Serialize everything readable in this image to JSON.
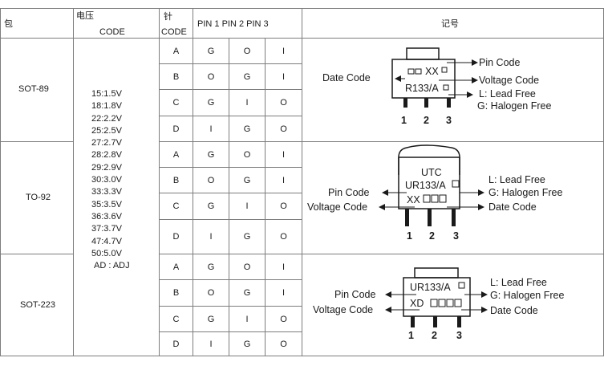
{
  "header": {
    "package": "包",
    "voltage_top": "电压",
    "voltage_bottom": "CODE",
    "pin_top": "针",
    "pin_bottom": "CODE",
    "pins": "PIN 1 PIN 2 PIN 3",
    "marking": "记号"
  },
  "packages": [
    {
      "name": "SOT-89",
      "rows": [
        {
          "code": "A",
          "p1": "G",
          "p2": "O",
          "p3": "I"
        },
        {
          "code": "B",
          "p1": "O",
          "p2": "G",
          "p3": "I"
        },
        {
          "code": "C",
          "p1": "G",
          "p2": "I",
          "p3": "O"
        },
        {
          "code": "D",
          "p1": "I",
          "p2": "G",
          "p3": "O"
        }
      ],
      "diagram": {
        "top_code": "XX",
        "part": "R133/A",
        "left_labels": [
          "Date Code"
        ],
        "right_labels": [
          "Pin Code",
          "Voltage Code",
          "L: Lead Free",
          "G: Halogen Free"
        ],
        "pins": [
          "1",
          "2",
          "3"
        ]
      }
    },
    {
      "name": "TO-92",
      "rows": [
        {
          "code": "A",
          "p1": "G",
          "p2": "O",
          "p3": "I"
        },
        {
          "code": "B",
          "p1": "O",
          "p2": "G",
          "p3": "I"
        },
        {
          "code": "C",
          "p1": "G",
          "p2": "I",
          "p3": "O"
        },
        {
          "code": "D",
          "p1": "I",
          "p2": "G",
          "p3": "O"
        }
      ],
      "diagram": {
        "brand": "UTC",
        "part": "UR133/A",
        "code": "XX",
        "left_labels": [
          "Pin Code",
          "Voltage Code"
        ],
        "right_labels": [
          "L: Lead Free",
          "G: Halogen Free",
          "Date Code"
        ],
        "pins": [
          "1",
          "2",
          "3"
        ]
      }
    },
    {
      "name": "SOT-223",
      "rows": [
        {
          "code": "A",
          "p1": "G",
          "p2": "O",
          "p3": "I"
        },
        {
          "code": "B",
          "p1": "O",
          "p2": "G",
          "p3": "I"
        },
        {
          "code": "C",
          "p1": "G",
          "p2": "I",
          "p3": "O"
        },
        {
          "code": "D",
          "p1": "I",
          "p2": "G",
          "p3": "O"
        }
      ],
      "diagram": {
        "part": "UR133/A",
        "code": "XD",
        "left_labels": [
          "Pin Code",
          "Voltage Code"
        ],
        "right_labels": [
          "L: Lead Free",
          "G: Halogen Free",
          "Date Code"
        ],
        "pins": [
          "1",
          "2",
          "3"
        ]
      }
    }
  ],
  "voltage_codes": [
    "15:1.5V",
    "18:1.8V",
    "22:2.2V",
    "25:2.5V",
    "27:2.7V",
    "28:2.8V",
    "29:2.9V",
    "30:3.0V",
    "33:3.3V",
    "35:3.5V",
    "36:3.6V",
    "37:3.7V",
    "47:4.7V",
    "50:5.0V",
    "AD : ADJ"
  ]
}
